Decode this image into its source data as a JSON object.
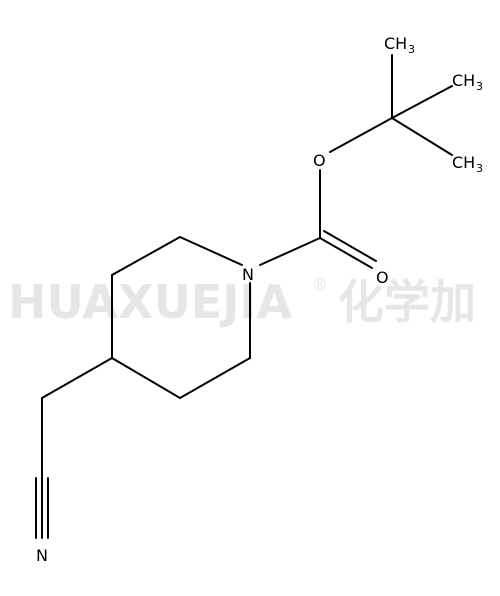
{
  "watermark": {
    "brand": "HUAXUEJIA",
    "registered": "®",
    "cn": "化学加"
  },
  "atoms": {
    "nitrogen_ring": "N",
    "nitrogen_nitrile": "N",
    "oxygen_carbonyl": "O",
    "oxygen_ester": "O",
    "methyl_top": {
      "base": "CH",
      "sub": "3"
    },
    "methyl_mid": {
      "base": "CH",
      "sub": "3"
    },
    "methyl_bottom": {
      "base": "CH",
      "sub": "3"
    }
  },
  "colors": {
    "bond": "#000000",
    "watermark": "#e6e6e6"
  }
}
